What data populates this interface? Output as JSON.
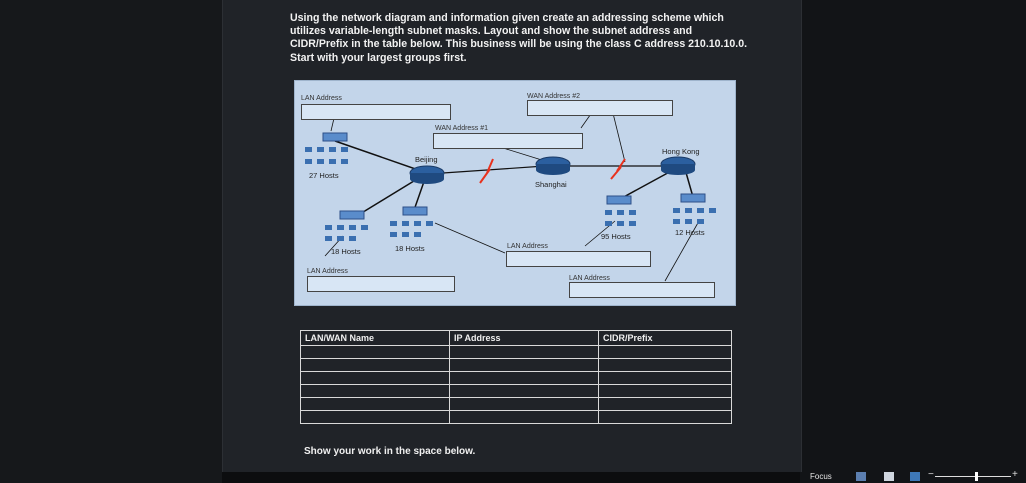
{
  "question": "Using the network diagram and information given create an addressing scheme which utilizes variable-length subnet masks. Layout and show the subnet address and CIDR/Prefix in the table below. This business will be using the class C address 210.10.10.0. Start with your largest groups first.",
  "diagram": {
    "lan_address_label": "LAN Address",
    "wan1_label": "WAN Address #1",
    "wan2_label": "WAN Address #2",
    "beijing": "Beijing",
    "shanghai": "Shanghai",
    "hongkong": "Hong Kong",
    "hosts_27": "27 Hosts",
    "hosts_18a": "18 Hosts",
    "hosts_18b": "18 Hosts",
    "hosts_95": "95 Hosts",
    "hosts_12": "12 Hosts"
  },
  "table": {
    "headers": [
      "LAN/WAN Name",
      "IP Address",
      "CIDR/Prefix"
    ],
    "empty_rows": 6
  },
  "show_work": "Show your work in the space below.",
  "statusbar": {
    "focus": "Focus"
  },
  "colors": {
    "diagram_bg": "#c3d5ea",
    "page_bg": "#202328",
    "accent_red": "#e8321e"
  }
}
